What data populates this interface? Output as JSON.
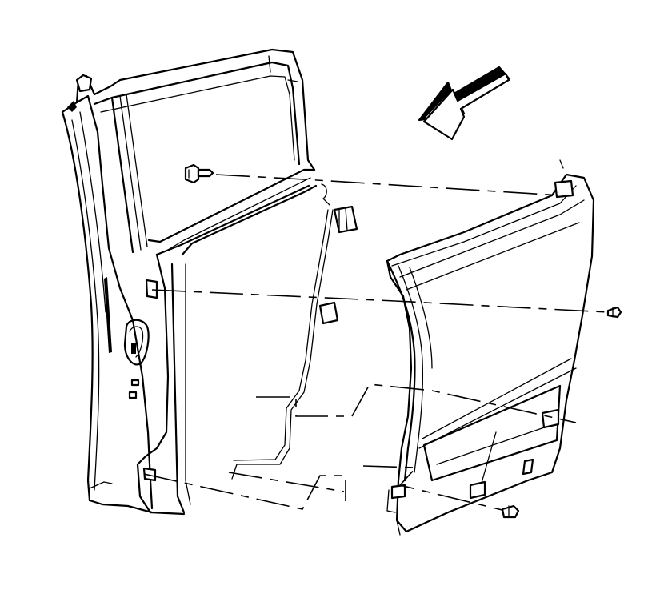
{
  "figure": {
    "description_visible_text": "",
    "direction_arrow": "forward-arrow-icon",
    "colors": {
      "line": "#000000",
      "background": "#ffffff"
    },
    "fasteners": [
      {
        "name": "upper-front-screw"
      },
      {
        "name": "middle-screw"
      },
      {
        "name": "lower-screw"
      }
    ]
  }
}
